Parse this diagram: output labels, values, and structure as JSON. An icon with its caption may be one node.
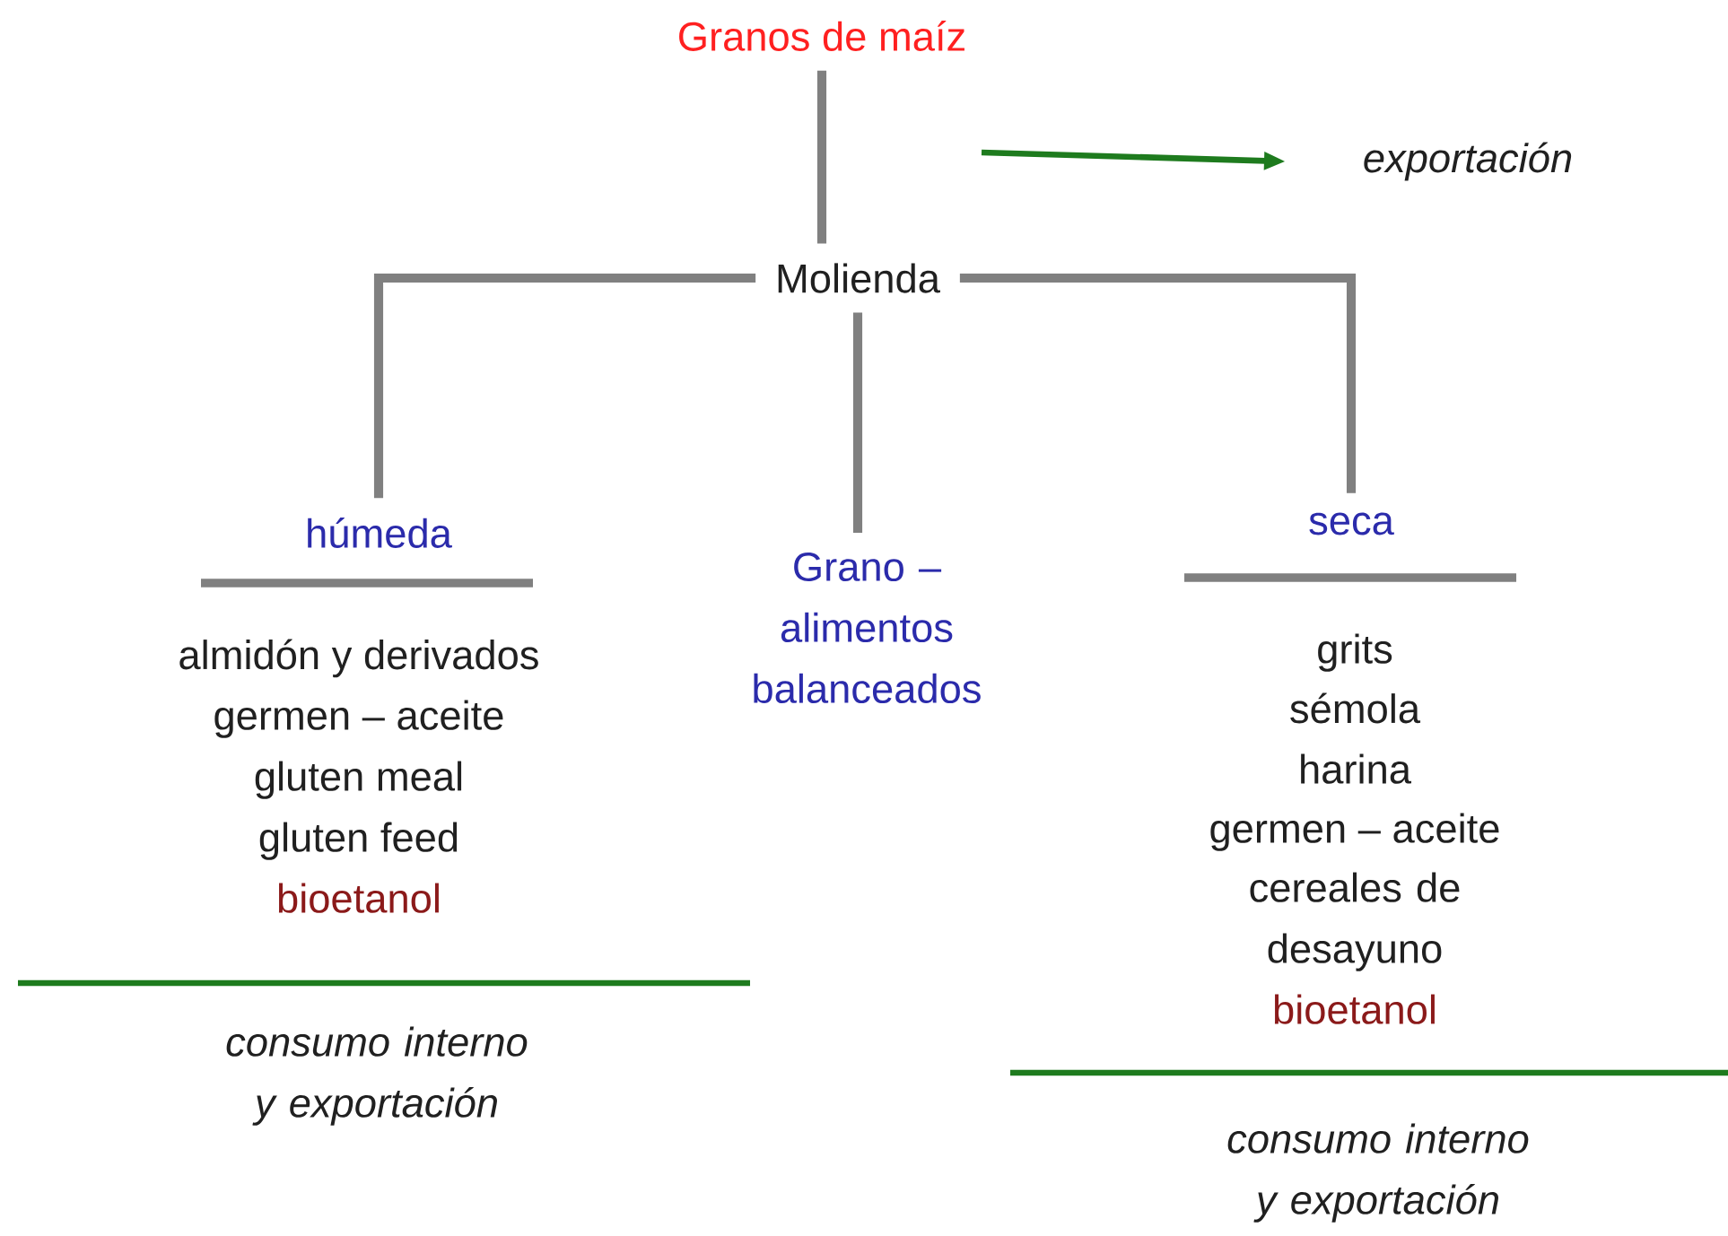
{
  "diagram": {
    "nodes": [
      {
        "text": [
          "Granos de maíz"
        ]
      },
      {
        "text": [
          "Molienda"
        ]
      },
      {
        "text": [
          "húmeda"
        ]
      },
      {
        "text": [
          "Grano – alimentos balanceados"
        ]
      },
      {
        "text": [
          "seca"
        ]
      },
      {
        "text": [
          "exportación"
        ]
      }
    ],
    "edges": [
      {
        "from": 0,
        "to": 1,
        "arrow": "none"
      },
      {
        "from": 1,
        "to": 2,
        "arrow": "none"
      },
      {
        "from": 1,
        "to": 3,
        "arrow": "none"
      },
      {
        "from": 1,
        "to": 4,
        "arrow": "none"
      },
      {
        "from": null,
        "to": 5,
        "arrow": "to",
        "color": "#1e7b1e"
      }
    ],
    "labels": [
      "almidón y derivados",
      "germen – aceite",
      "gluten meal",
      "gluten feed",
      "bioetanol",
      "consumo interno y exportación",
      "grits",
      "sémola",
      "harina",
      "germen – aceite",
      "cereales de desayuno",
      "bioetanol",
      "consumo interno y exportación"
    ]
  }
}
